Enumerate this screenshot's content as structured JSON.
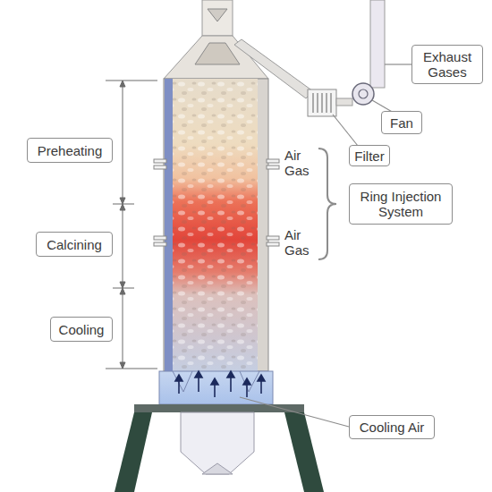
{
  "diagram": {
    "nodes": [
      {
        "text": [
          "Exhaust Gases"
        ]
      },
      {
        "text": [
          "Fan"
        ]
      },
      {
        "text": [
          "Preheating"
        ]
      },
      {
        "text": [
          "Filter"
        ]
      },
      {
        "text": [
          "Ring Injection System"
        ]
      },
      {
        "text": [
          "Calcining"
        ]
      },
      {
        "text": [
          "Cooling"
        ]
      },
      {
        "text": [
          "Cooling Air"
        ]
      }
    ],
    "labels": [
      "Air Gas",
      "Air Gas"
    ]
  }
}
